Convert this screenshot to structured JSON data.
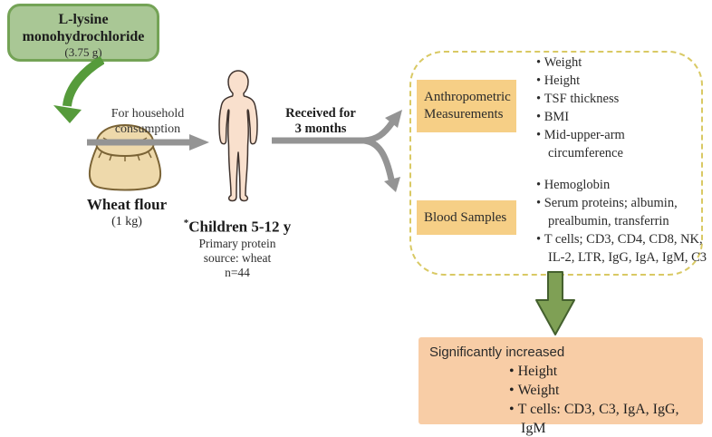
{
  "lysine_box": {
    "line1": "L-lysine",
    "line2": "monohydrochloride",
    "amount": "(3.75 g)"
  },
  "wheat": {
    "name": "Wheat flour",
    "amount": "(1 kg)"
  },
  "household_arrow": {
    "line1": "For household",
    "line2": "consumption"
  },
  "received_arrow": {
    "line1": "Received for",
    "line2": "3 months"
  },
  "children": {
    "asterisk": "*",
    "title": "Children 5-12 y",
    "note1": "Primary protein",
    "note2": "source: wheat",
    "note3": "n=44"
  },
  "outcomes": {
    "anthropometric": {
      "label": "Anthropometric Measurements",
      "items": [
        "Weight",
        "Height",
        "TSF thickness",
        "BMI",
        "Mid-upper-arm circumference"
      ]
    },
    "blood": {
      "label": "Blood Samples",
      "items": [
        "Hemoglobin",
        "Serum proteins; albumin, prealbumin, transferrin",
        "T cells; CD3, CD4, CD8, NK, IL-2, LTR, IgG, IgA, IgM, C3"
      ]
    }
  },
  "results": {
    "title": "Significantly increased",
    "items": [
      "Height",
      "Weight",
      "T cells: CD3, C3, IgA, IgG, IgM"
    ]
  },
  "colors": {
    "lysine_fill": "#a9c795",
    "lysine_border": "#74a356",
    "green_arrow": "#569b3b",
    "sack_fill": "#eed9ab",
    "sack_outline": "#7a6335",
    "gray_arrow": "#949494",
    "skin": "#f9e0cd",
    "skin_outline": "#3f332e",
    "dashed_border": "#d9c964",
    "label_fill": "#f6cf86",
    "results_fill": "#f8cda6",
    "olive_arrow_fill": "#7fa055",
    "olive_arrow_stroke": "#44602e"
  }
}
